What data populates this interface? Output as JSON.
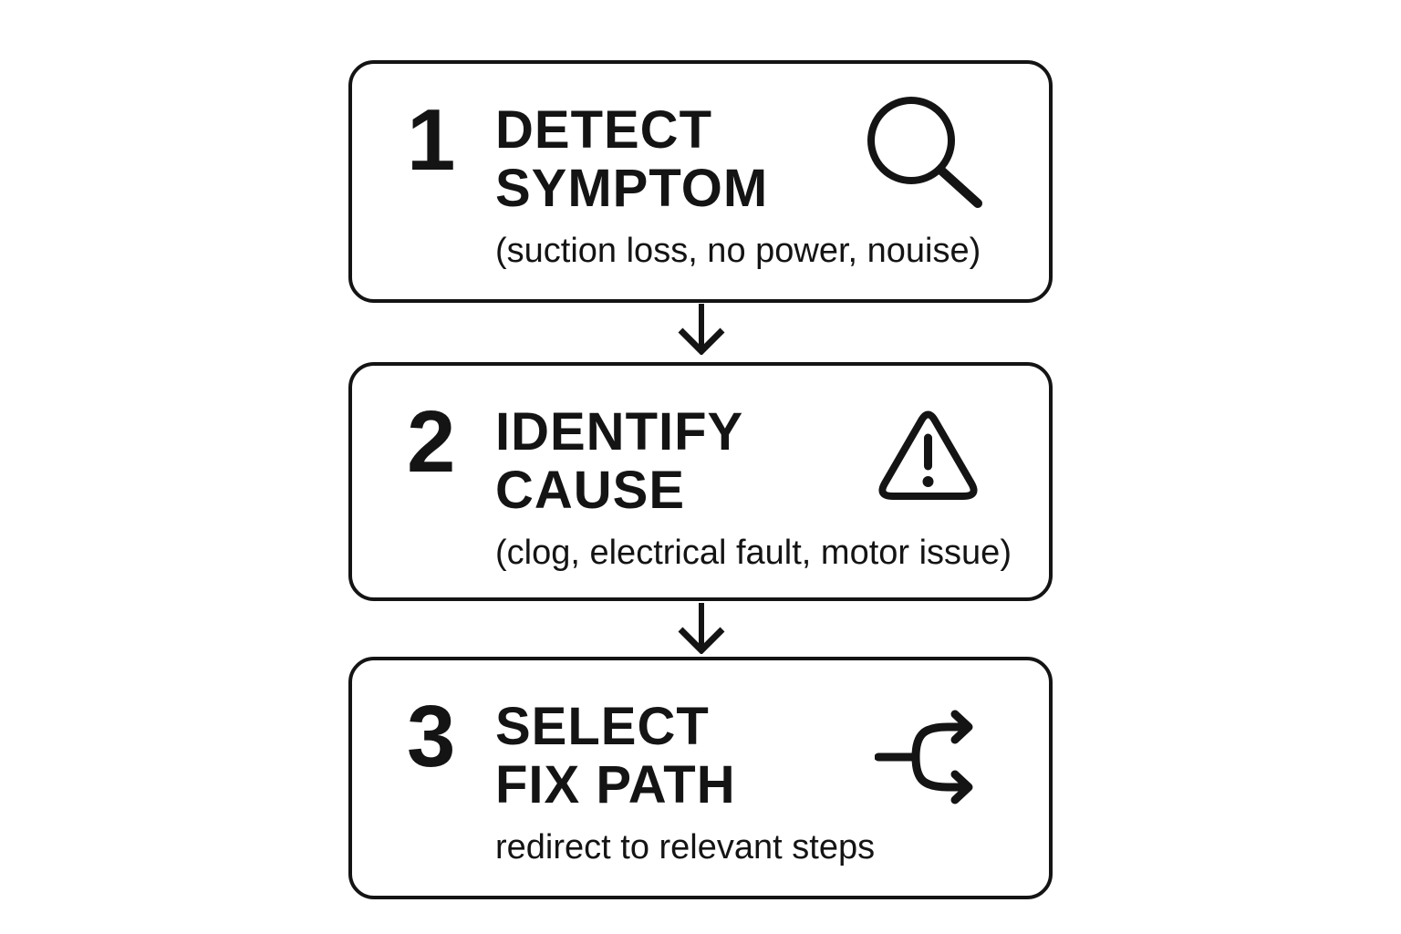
{
  "page": {
    "background_color": "#ffffff",
    "ink_color": "#141414"
  },
  "flowchart": {
    "steps": [
      {
        "number": "1",
        "title_line1": "DETECT",
        "title_line2": "SYMPTOM",
        "subtitle": "(suction loss, no power, nouise)",
        "icon": "magnifier-icon"
      },
      {
        "number": "2",
        "title_line1": "IDENTIFY",
        "title_line2": "CAUSE",
        "subtitle": "(clog, electrical fault, motor issue)",
        "icon": "warning-triangle-icon"
      },
      {
        "number": "3",
        "title_line1": "SELECT",
        "title_line2": "FIX PATH",
        "subtitle": "redirect to relevant steps",
        "icon": "branch-arrows-icon"
      }
    ],
    "connectors": [
      {
        "type": "down-arrow"
      },
      {
        "type": "down-arrow"
      }
    ]
  }
}
